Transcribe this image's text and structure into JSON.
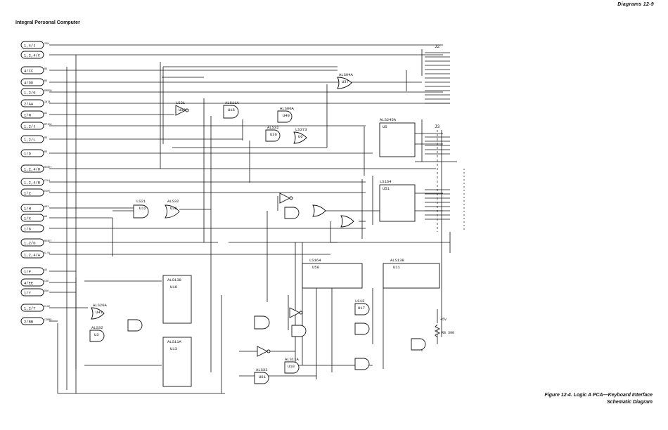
{
  "header": {
    "left": "Integral Personal Computer",
    "right": "Diagrams   12-9"
  },
  "caption": {
    "line1": "Figure 12-4. Logic A PCA—Keyboard Interface",
    "line2": "Schematic Diagram"
  },
  "connectors": {
    "j2": "J2",
    "j3": "J3"
  },
  "signals": [
    {
      "ref": "1,4/J",
      "net": "IOW"
    },
    {
      "ref": "1,2,4/C",
      "net": ""
    },
    {
      "ref": "4/CC",
      "net": "RD"
    },
    {
      "ref": "4/DD",
      "net": "RD"
    },
    {
      "ref": "1,2/G",
      "net": "DRDEN"
    },
    {
      "ref": "2/AA",
      "net": "INTA"
    },
    {
      "ref": "1/N",
      "net": "A1"
    },
    {
      "ref": "1,2/J",
      "net": "RPIOA"
    },
    {
      "ref": "1,2/L",
      "net": "RD"
    },
    {
      "ref": "1/D",
      "net": "RD"
    },
    {
      "ref": "1,2,4/H",
      "net": "RESET"
    },
    {
      "ref": "1,2,4/B",
      "net": "CCLK"
    },
    {
      "ref": "1/Z",
      "net": "DIPD"
    },
    {
      "ref": "1/H",
      "net": "A03"
    },
    {
      "ref": "1/X",
      "net": "A0"
    },
    {
      "ref": "1/G",
      "net": ""
    },
    {
      "ref": "1,2/D",
      "net": "RESET"
    },
    {
      "ref": "1,2,4/A",
      "net": "5,5V"
    },
    {
      "ref": "1/P",
      "net": "A2"
    },
    {
      "ref": "4/EE",
      "net": "CSD"
    },
    {
      "ref": "1/Y",
      "net": "DAO"
    },
    {
      "ref": "1,2/T",
      "net": "CLKO"
    },
    {
      "ref": "2/BB",
      "net": "CSKBD"
    }
  ],
  "chips": [
    {
      "name": "U12",
      "type": "LS21"
    },
    {
      "name": "U38",
      "type": "ALS32"
    },
    {
      "name": "U15",
      "type": "ALS11A"
    },
    {
      "name": "U40",
      "type": "ALS00A"
    },
    {
      "name": "U36",
      "type": "ALS32"
    },
    {
      "name": "U6",
      "type": "LS373"
    },
    {
      "name": "U5",
      "type": "ALS245A"
    },
    {
      "name": "U51",
      "type": "LS164"
    },
    {
      "name": "U58",
      "type": "LS164"
    },
    {
      "name": "U11",
      "type": "ALS138"
    },
    {
      "name": "U10",
      "type": "ALS138"
    },
    {
      "name": "U13",
      "type": "ALS11A"
    },
    {
      "name": "U3",
      "type": "ALS32"
    },
    {
      "name": "U41",
      "type": "ALS20A"
    },
    {
      "name": "U17",
      "type": "LS13"
    },
    {
      "name": "U18",
      "type": "ALS11A"
    },
    {
      "name": "U61",
      "type": "ALS32"
    },
    {
      "name": "U37",
      "type": "ALS04A"
    },
    {
      "name": "U12",
      "type": "LS21"
    }
  ],
  "power": {
    "vcc": "+5V",
    "resistor": "R8 390"
  }
}
